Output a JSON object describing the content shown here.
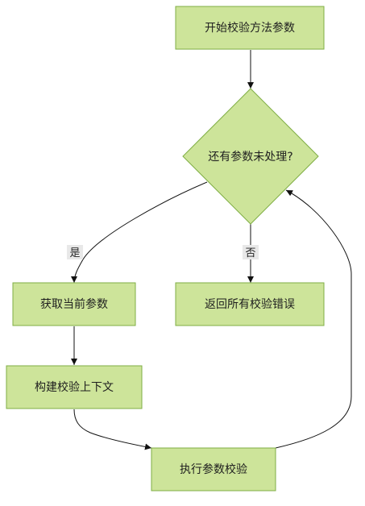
{
  "diagram": {
    "nodes": {
      "start": "开始校验方法参数",
      "decision": "还有参数未处理?",
      "get_param": "获取当前参数",
      "return_errors": "返回所有校验错误",
      "build_context": "构建校验上下文",
      "execute": "执行参数校验"
    },
    "edges": {
      "yes_label": "是",
      "no_label": "否"
    },
    "colors": {
      "node_fill": "#cde49a",
      "node_stroke": "#7fae44",
      "edge_stroke": "#111111",
      "edge_label_bg": "#e8e8e8"
    }
  }
}
